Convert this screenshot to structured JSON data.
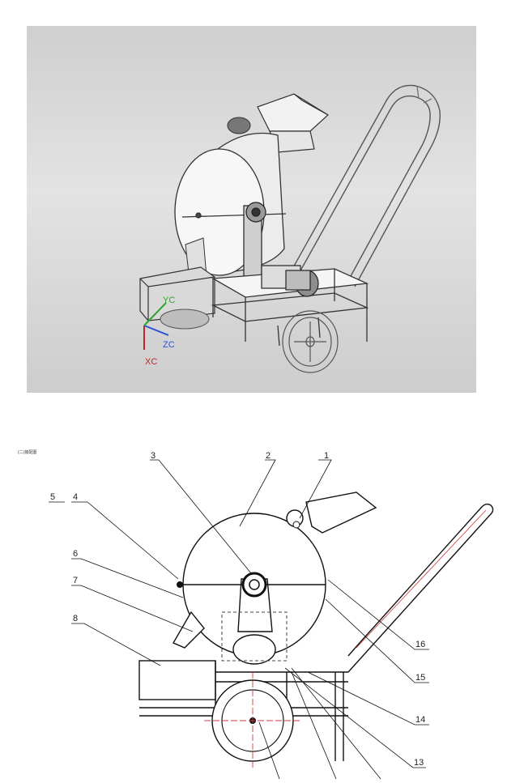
{
  "render": {
    "axis_labels": {
      "y": "YC",
      "z": "ZC",
      "x": "XC"
    },
    "axis_colors": {
      "y": "#2da52d",
      "z": "#2b4fd6",
      "x": "#c0262b"
    }
  },
  "drawing": {
    "corner_note": "(二)装配图",
    "callouts": [
      {
        "num": "1"
      },
      {
        "num": "2"
      },
      {
        "num": "3"
      },
      {
        "num": "4"
      },
      {
        "num": "5"
      },
      {
        "num": "6"
      },
      {
        "num": "7"
      },
      {
        "num": "8"
      },
      {
        "num": "16"
      },
      {
        "num": "15"
      },
      {
        "num": "14"
      },
      {
        "num": "13"
      }
    ]
  }
}
